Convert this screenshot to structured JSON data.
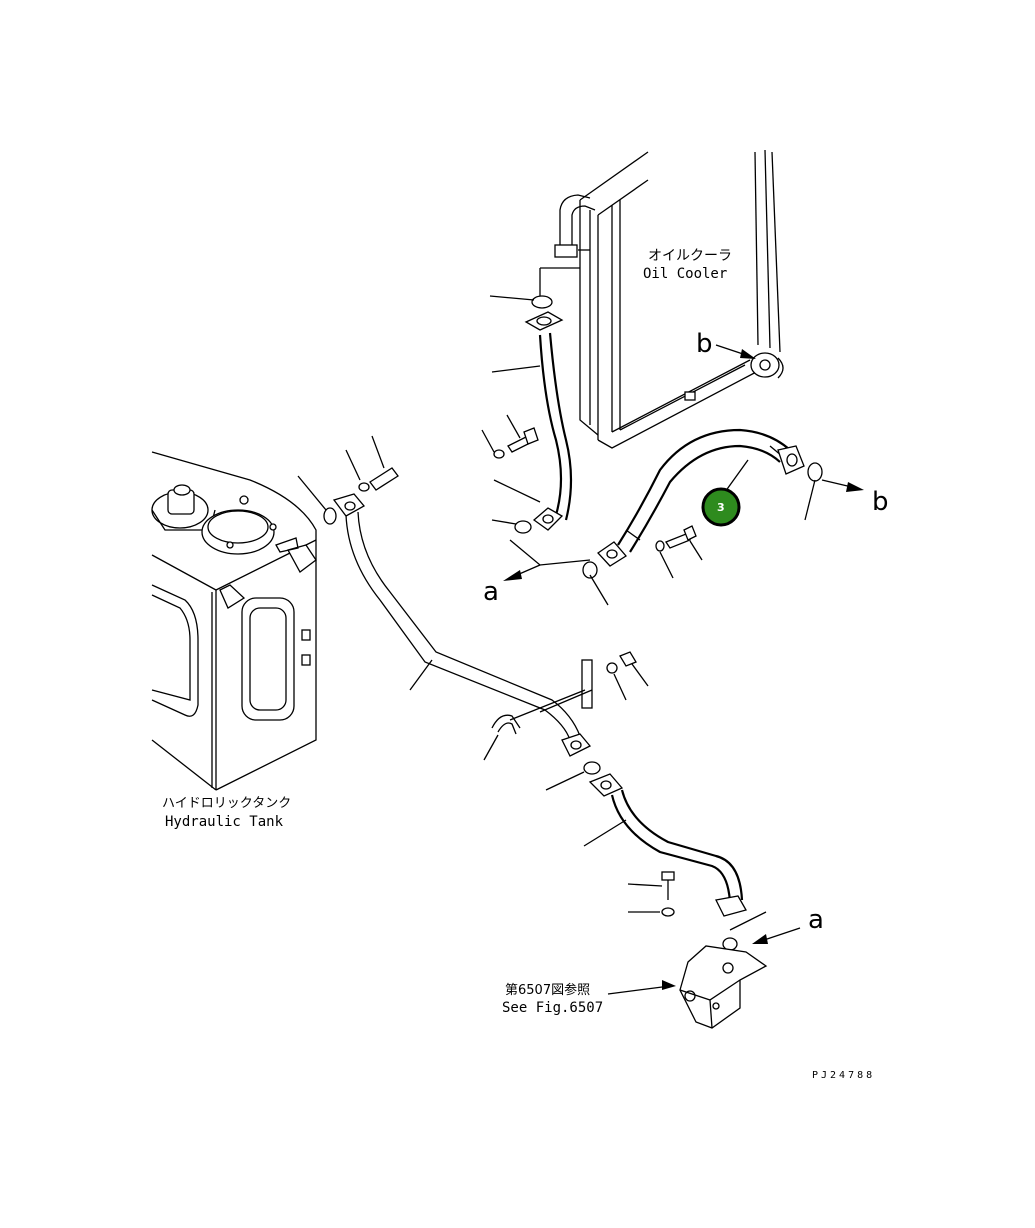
{
  "labels": {
    "oil_cooler_jp": "オイルクーラ",
    "oil_cooler_en": "Oil Cooler",
    "hydraulic_tank_jp": "ハイドロリックタンク",
    "hydraulic_tank_en": "Hydraulic Tank",
    "see_fig_jp": "第6507図参照",
    "see_fig_en": "See Fig.6507",
    "ref_b_top": "b",
    "ref_b_right": "b",
    "ref_a_left": "a",
    "ref_a_bottom": "a",
    "drawing_code": "PJ24788"
  },
  "callout": {
    "number": "3",
    "color": "#2e8b1e"
  }
}
